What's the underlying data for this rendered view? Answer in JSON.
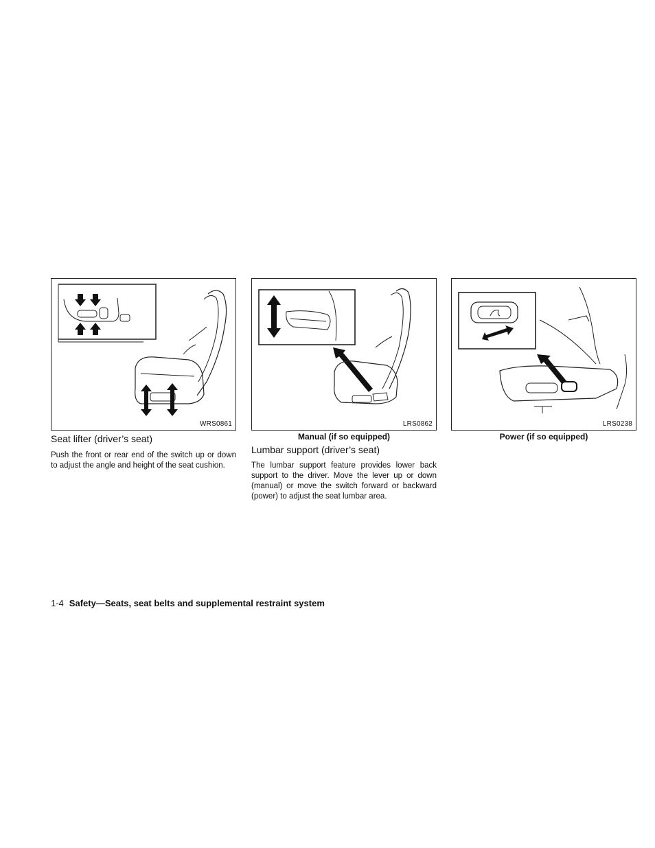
{
  "figures": [
    {
      "code": "WRS0861",
      "caption": ""
    },
    {
      "code": "LRS0862",
      "caption": "Manual (if so equipped)"
    },
    {
      "code": "LRS0238",
      "caption": "Power (if so equipped)"
    }
  ],
  "seat_lifter": {
    "heading": "Seat lifter (driver’s seat)",
    "body": "Push the front or rear end of the switch up or down to adjust the angle and height of the seat cushion."
  },
  "lumbar": {
    "heading": "Lumbar support (driver’s seat)",
    "body": "The lumbar support feature provides lower back support to the driver. Move the lever up or down (manual) or move the switch forward or backward (power) to adjust the seat lumbar area."
  },
  "footer": {
    "page": "1-4",
    "section": "Safety—Seats, seat belts and supplemental restraint system"
  }
}
